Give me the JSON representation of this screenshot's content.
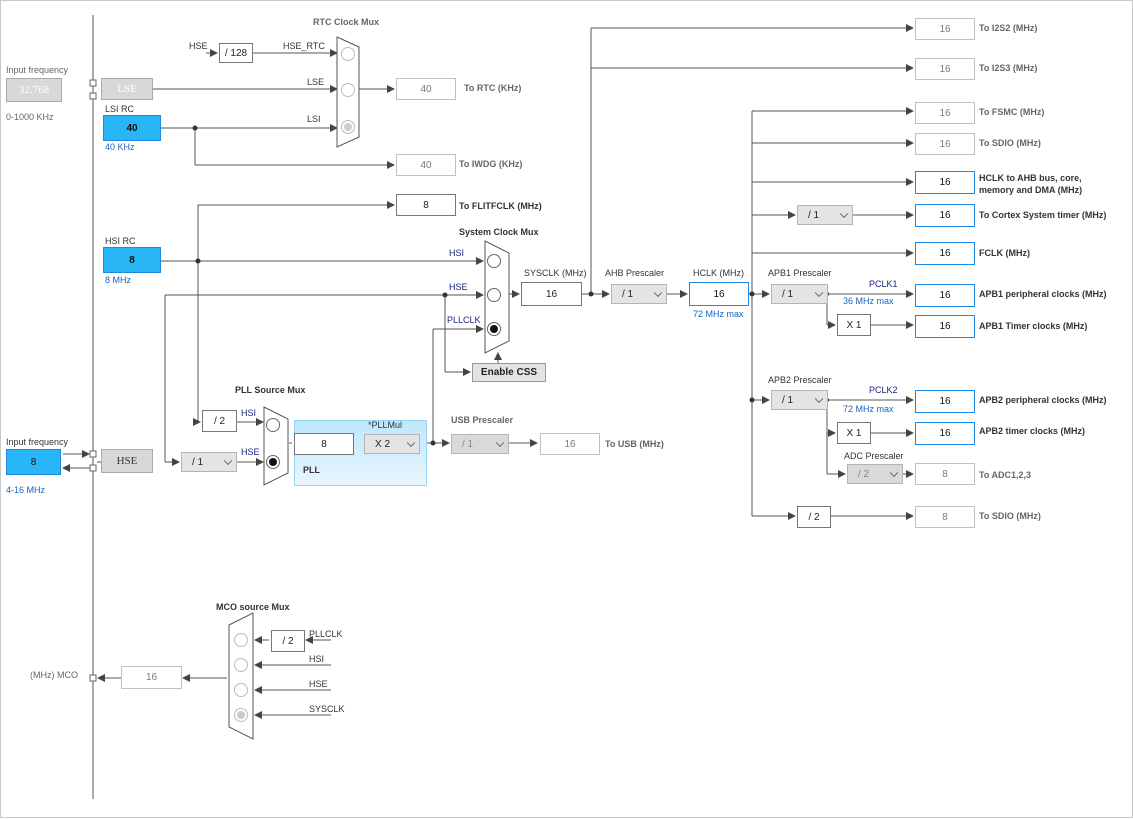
{
  "input_lse": {
    "title": "Input frequency",
    "value": "32.768",
    "range": "0-1000 KHz",
    "label": "LSE"
  },
  "lsi": {
    "title": "LSI RC",
    "value": "40",
    "unit": "40 KHz"
  },
  "hsi": {
    "title": "HSI RC",
    "value": "8",
    "unit": "8 MHz"
  },
  "input_hse": {
    "title": "Input frequency",
    "value": "8",
    "range": "4-16 MHz",
    "label": "HSE"
  },
  "rtc_mux": {
    "title": "RTC Clock Mux",
    "hse_in": "HSE",
    "div": "/ 128",
    "hse_rtc": "HSE_RTC",
    "lse": "LSE",
    "lsi": "LSI"
  },
  "rtc_out": {
    "value": "40",
    "label": "To RTC (KHz)"
  },
  "iwdg_out": {
    "value": "40",
    "label": "To IWDG (KHz)"
  },
  "flit_out": {
    "value": "8",
    "label": "To FLITFCLK (MHz)"
  },
  "sys_mux": {
    "title": "System Clock Mux",
    "hsi": "HSI",
    "hse": "HSE",
    "pllclk": "PLLCLK",
    "enable_css": "Enable CSS"
  },
  "sysclk": {
    "label": "SYSCLK (MHz)",
    "value": "16"
  },
  "ahb": {
    "label": "AHB Prescaler",
    "value": "/ 1"
  },
  "hclk": {
    "label": "HCLK (MHz)",
    "value": "16",
    "max": "72 MHz max"
  },
  "pll_mux": {
    "title": "PLL Source Mux",
    "hsi_div": "/ 2",
    "hsi": "HSI",
    "hse": "HSE",
    "hse_div": "/ 1"
  },
  "pll": {
    "label": "PLL",
    "input": "8",
    "mul_label": "*PLLMul",
    "mul": "X 2"
  },
  "usb": {
    "label": "USB Prescaler",
    "value": "/ 1",
    "out": "16",
    "out_label": "To USB (MHz)"
  },
  "outputs": {
    "i2s2": {
      "value": "16",
      "label": "To I2S2 (MHz)"
    },
    "i2s3": {
      "value": "16",
      "label": "To I2S3 (MHz)"
    },
    "fsmc": {
      "value": "16",
      "label": "To FSMC (MHz)"
    },
    "sdio": {
      "value": "16",
      "label": "To SDIO (MHz)"
    },
    "hclk_ahb": {
      "value": "16",
      "label1": "HCLK to AHB bus, core,",
      "label2": "memory and DMA (MHz)"
    },
    "cortex_div": "/ 1",
    "cortex": {
      "value": "16",
      "label": "To Cortex System timer (MHz)"
    },
    "fclk": {
      "value": "16",
      "label": "FCLK (MHz)"
    }
  },
  "apb1": {
    "label": "APB1 Prescaler",
    "value": "/ 1",
    "pclk": "PCLK1",
    "max": "36 MHz max",
    "periph": "16",
    "periph_label": "APB1 peripheral clocks (MHz)",
    "mul": "X 1",
    "timer": "16",
    "timer_label": "APB1 Timer clocks (MHz)"
  },
  "apb2": {
    "label": "APB2 Prescaler",
    "value": "/ 1",
    "pclk": "PCLK2",
    "max": "72 MHz max",
    "periph": "16",
    "periph_label": "APB2 peripheral clocks (MHz)",
    "mul": "X 1",
    "timer": "16",
    "timer_label": "APB2 timer clocks (MHz)"
  },
  "adc": {
    "label": "ADC Prescaler",
    "value": "/ 2",
    "out": "8",
    "out_label": "To ADC1,2,3"
  },
  "sdio2": {
    "div": "/ 2",
    "out": "8",
    "label": "To SDIO (MHz)"
  },
  "mco": {
    "title": "MCO source Mux",
    "div": "/ 2",
    "pllclk": "PLLCLK",
    "hsi": "HSI",
    "hse": "HSE",
    "sysclk": "SYSCLK",
    "value": "16",
    "label": "(MHz) MCO"
  }
}
